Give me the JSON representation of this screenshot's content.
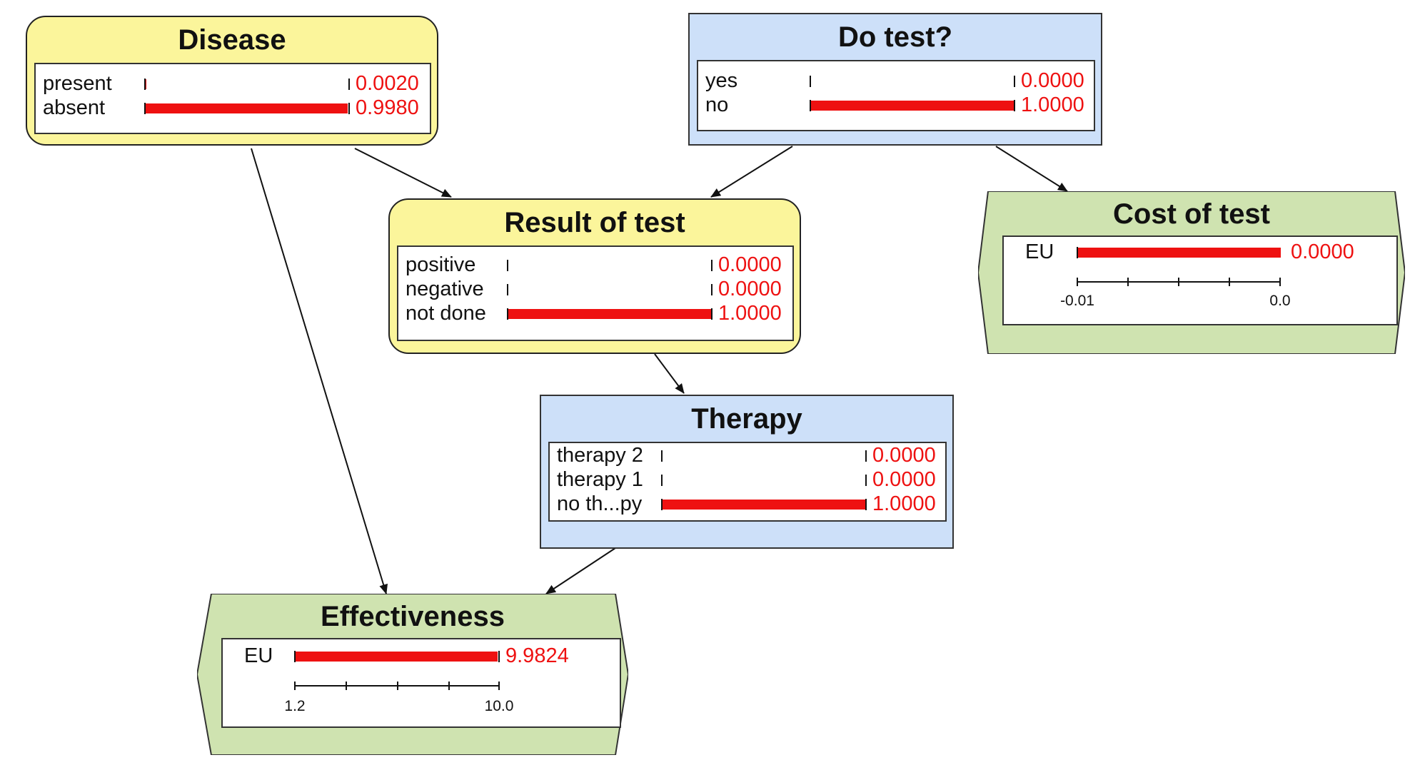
{
  "nodes": {
    "disease": {
      "title": "Disease",
      "states": [
        {
          "label": "present",
          "value": "0.0020",
          "p": 0.002
        },
        {
          "label": "absent",
          "value": "0.9980",
          "p": 0.998
        }
      ]
    },
    "do_test": {
      "title": "Do test?",
      "states": [
        {
          "label": "yes",
          "value": "0.0000",
          "p": 0.0
        },
        {
          "label": "no",
          "value": "1.0000",
          "p": 1.0
        }
      ]
    },
    "result_of_test": {
      "title": "Result of test",
      "states": [
        {
          "label": "positive",
          "value": "0.0000",
          "p": 0.0
        },
        {
          "label": "negative",
          "value": "0.0000",
          "p": 0.0
        },
        {
          "label": "not done",
          "value": "1.0000",
          "p": 1.0
        }
      ]
    },
    "cost_of_test": {
      "title": "Cost of test",
      "eu_label": "EU",
      "eu_value": "0.0000",
      "eu": 0.0,
      "scale_min": -0.01,
      "scale_max": 0.0,
      "scale_min_label": "-0.01",
      "scale_max_label": "0.0"
    },
    "therapy": {
      "title": "Therapy",
      "states": [
        {
          "label": "therapy 2",
          "value": "0.0000",
          "p": 0.0
        },
        {
          "label": "therapy 1",
          "value": "0.0000",
          "p": 0.0
        },
        {
          "label": "no th...py",
          "value": "1.0000",
          "p": 1.0
        }
      ]
    },
    "effectiveness": {
      "title": "Effectiveness",
      "eu_label": "EU",
      "eu_value": "9.9824",
      "eu": 9.9824,
      "scale_min": 1.2,
      "scale_max": 10.0,
      "scale_min_label": "1.2",
      "scale_max_label": "10.0"
    }
  },
  "colors": {
    "chance_fill": "#fbf59b",
    "decision_fill": "#cde0f9",
    "utility_fill": "#cfe3b0",
    "bar": "#ee1111",
    "value_text": "#ee1111"
  },
  "edges": [
    {
      "from": "disease",
      "to": "result_of_test"
    },
    {
      "from": "disease",
      "to": "effectiveness"
    },
    {
      "from": "do_test",
      "to": "result_of_test"
    },
    {
      "from": "do_test",
      "to": "cost_of_test"
    },
    {
      "from": "result_of_test",
      "to": "therapy"
    },
    {
      "from": "therapy",
      "to": "effectiveness"
    }
  ]
}
